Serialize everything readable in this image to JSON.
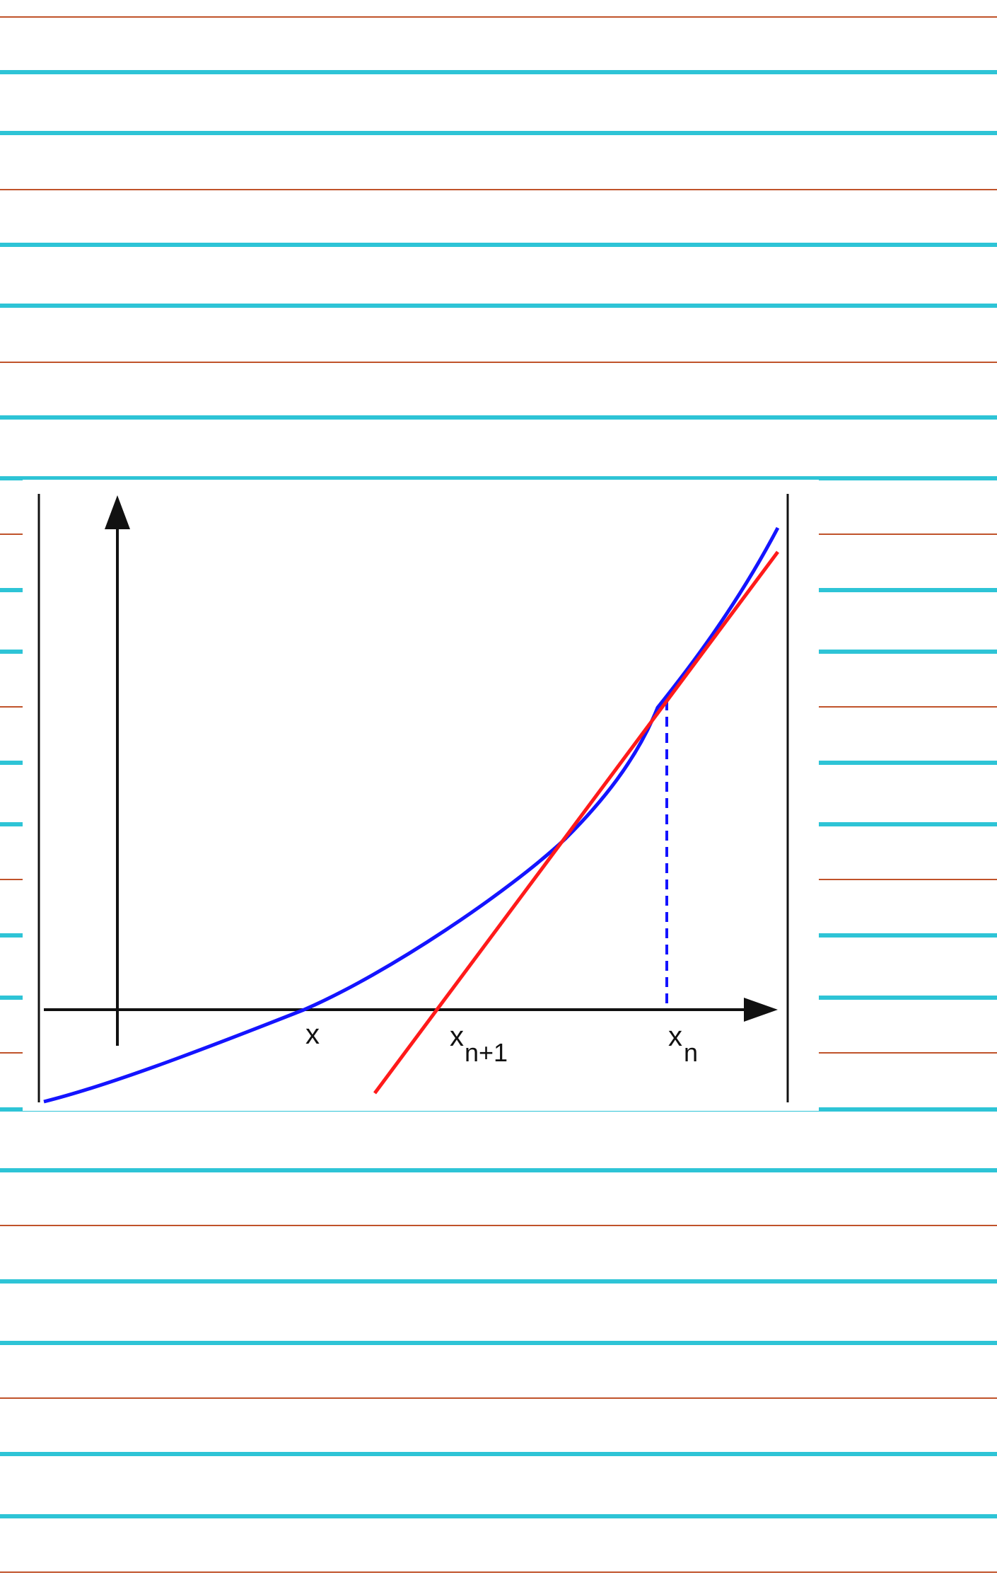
{
  "paper": {
    "background": "#ffffff",
    "cyan_line_color": "#2ec4d6",
    "red_line_color": "#c0532a"
  },
  "figure": {
    "description_type": "newton-method-diagram",
    "labels": {
      "root": "x",
      "next_iterate_base": "x",
      "next_iterate_sub": "n+1",
      "current_iterate_base": "x",
      "current_iterate_sub": "n"
    },
    "colors": {
      "curve": "#1414ff",
      "tangent": "#ff1a1a",
      "axes": "#111111",
      "dashed_guide": "#1414ff"
    }
  }
}
